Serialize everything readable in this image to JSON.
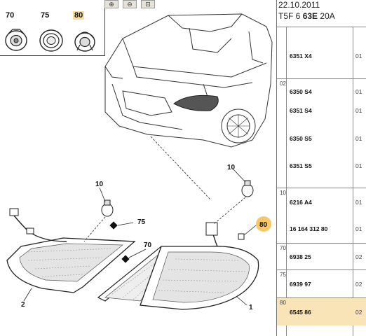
{
  "toolbar": {
    "buttons": [
      {
        "icon": "zoom-in-icon",
        "glyph": "⊕"
      },
      {
        "icon": "zoom-out-icon",
        "glyph": "⊖"
      },
      {
        "icon": "fit-icon",
        "glyph": "⊡"
      }
    ]
  },
  "thumbnails": [
    {
      "label": "70",
      "highlighted": false
    },
    {
      "label": "75",
      "highlighted": false
    },
    {
      "label": "80",
      "highlighted": true
    }
  ],
  "callouts": {
    "c10a": "10",
    "c10b": "10",
    "c75": "75",
    "c70": "70",
    "c80": "80",
    "c2": "2",
    "c1": "1"
  },
  "panel": {
    "date": "22.10.2011",
    "code_prefix": "T5F 6",
    "code_bold": "63E",
    "code_suffix": "20A",
    "rows": [
      {
        "item": "",
        "lines": [
          {
            "ref": "6351 X4",
            "qty": "01"
          }
        ],
        "highlighted": false
      },
      {
        "item": "02",
        "lines": [
          {
            "ref": "6350 S4",
            "qty": "01"
          },
          {
            "ref": "6351 S4",
            "qty": "01"
          },
          {
            "ref": "6350 S5",
            "qty": "01"
          },
          {
            "ref": "6351 S5",
            "qty": "01"
          }
        ],
        "highlighted": false
      },
      {
        "item": "10",
        "lines": [
          {
            "ref": "6216 A4",
            "qty": "01"
          },
          {
            "ref": "16 164 312 80",
            "qty": "01"
          }
        ],
        "highlighted": false
      },
      {
        "item": "70",
        "lines": [
          {
            "ref": "6938 25",
            "qty": "02"
          }
        ],
        "highlighted": false
      },
      {
        "item": "75",
        "lines": [
          {
            "ref": "6939 97",
            "qty": "02"
          }
        ],
        "highlighted": false
      },
      {
        "item": "80",
        "lines": [
          {
            "ref": "6545 86",
            "qty": "02"
          }
        ],
        "highlighted": true
      }
    ]
  },
  "colors": {
    "highlight": "#f8e4b6",
    "callout_highlight": "#f6c86a"
  }
}
